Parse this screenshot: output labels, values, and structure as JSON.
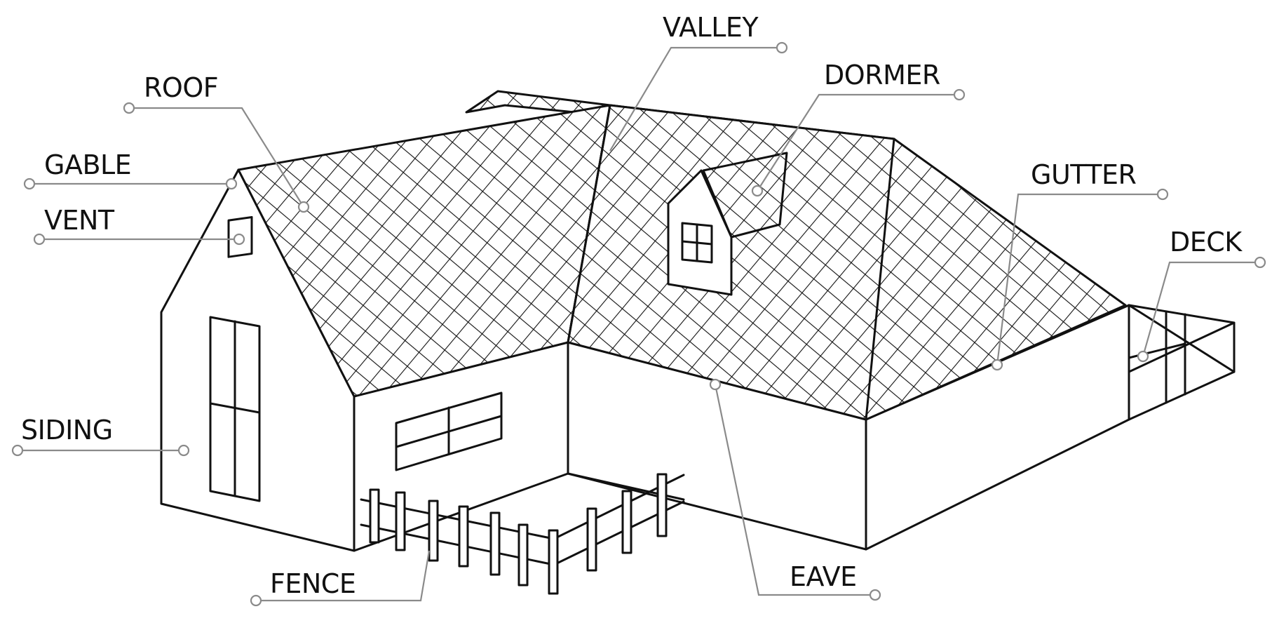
{
  "diagram": {
    "labels": {
      "roof": "ROOF",
      "gable": "GABLE",
      "vent": "VENT",
      "siding": "SIDING",
      "fence": "FENCE",
      "valley": "VALLEY",
      "dormer": "DORMER",
      "gutter": "GUTTER",
      "deck": "DECK",
      "eave": "EAVE"
    },
    "colors": {
      "line": "#111111",
      "leader": "#8a8a8a",
      "background": "#ffffff"
    }
  }
}
